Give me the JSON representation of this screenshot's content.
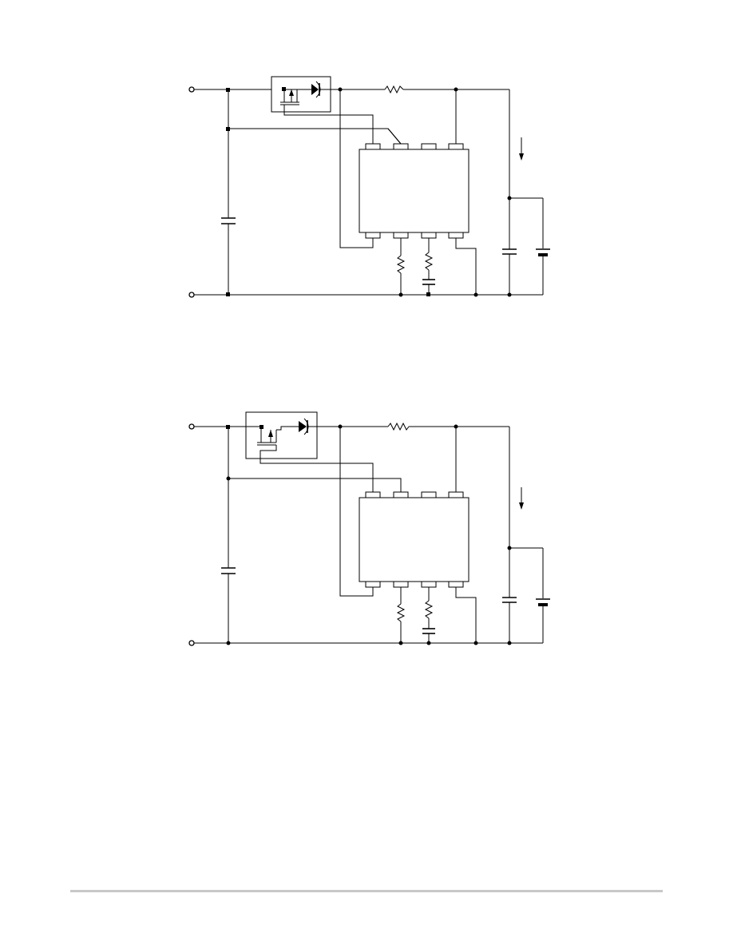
{
  "page": {
    "background": "#ffffff",
    "line_color": "#000000",
    "rule_color": "#c8c8c8"
  },
  "figures": [
    {
      "id": "circuit-1",
      "variant": "diode-then-mosfet-order-a"
    },
    {
      "id": "circuit-2",
      "variant": "diode-then-mosfet-order-b"
    }
  ],
  "icons": {
    "mosfet": "mosfet-icon",
    "diode": "diode-icon",
    "resistor": "resistor-icon",
    "capacitor": "capacitor-icon",
    "battery": "battery-icon",
    "ic": "ic-package-icon",
    "current_arrow": "arrow-down-icon",
    "terminal": "terminal-icon"
  }
}
